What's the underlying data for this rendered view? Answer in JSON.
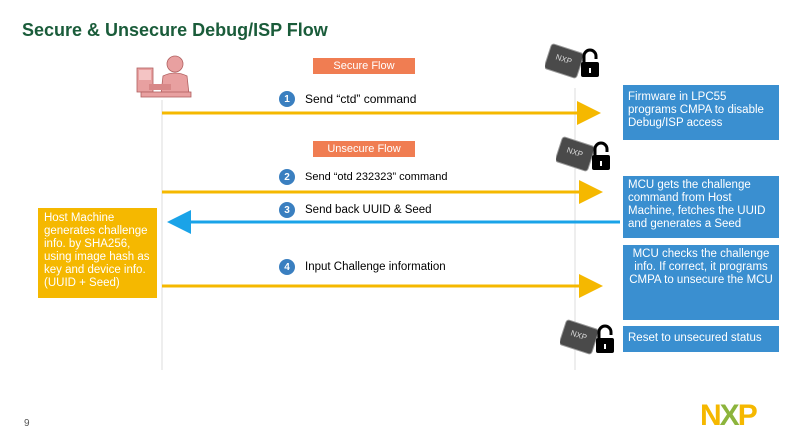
{
  "title": "Secure & Unsecure Debug/ISP Flow",
  "page_number": "9",
  "secure_flow_tag": "Secure Flow",
  "unsecure_flow_tag": "Unsecure Flow",
  "steps": [
    {
      "num": "1",
      "label": "Send “ctd” command"
    },
    {
      "num": "2",
      "label": "Send “otd 232323” command"
    },
    {
      "num": "3",
      "label": "Send back UUID & Seed"
    },
    {
      "num": "4",
      "label": "Input Challenge information"
    }
  ],
  "mcu_boxes": [
    "Firmware in LPC55 programs CMPA to disable Debug/ISP access",
    "MCU gets the challenge command from Host Machine, fetches the UUID and generates a Seed",
    "MCU checks the challenge info. If correct, it programs CMPA to unsecure the MCU",
    "Reset to unsecured status"
  ],
  "host_box": "Host Machine generates challenge info. by SHA256, using image hash as key and device info. (UUID + Seed)",
  "chip_marking": "NXP",
  "logo": {
    "n": "N",
    "x": "X",
    "p": "P"
  },
  "colors": {
    "arrow_yellow": "#f5b800",
    "arrow_blue": "#1aa3e8",
    "tag_orange": "#f07d52",
    "box_blue": "#3a8fd0",
    "title_green": "#1a5c3a"
  },
  "icons": [
    "host-person-icon",
    "chip-lock-icon"
  ]
}
